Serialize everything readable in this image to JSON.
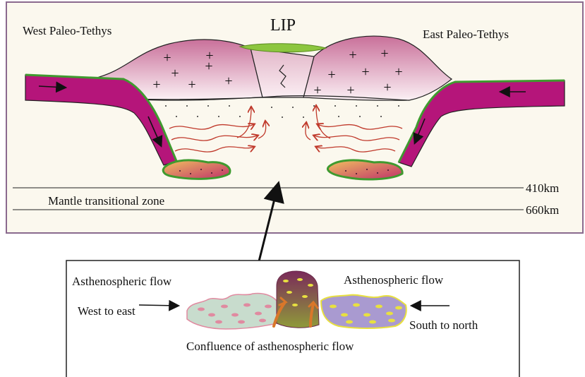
{
  "top_panel": {
    "title": "LIP",
    "label_west": "West Paleo-Tethys",
    "label_east": "East Paleo-Tethys",
    "label_mtz": "Mantle transitional zone",
    "label_410": "410km",
    "label_660": "660km",
    "plus_symbol": "+",
    "colors": {
      "background": "#fbf8ee",
      "frame": "#8a6a8e",
      "slab": "#b5157a",
      "slab_green": "#3f9a2f",
      "lip_cap": "#8cc63f",
      "flow_arrow": "#c0392b"
    }
  },
  "bottom_panel": {
    "label_flow_left": "Asthenospheric flow",
    "label_flow_right": "Asthenospheric flow",
    "label_west_east": "West to east",
    "label_south_north": "South to north",
    "label_confluence": "Confluence of asthenospheric flow"
  }
}
